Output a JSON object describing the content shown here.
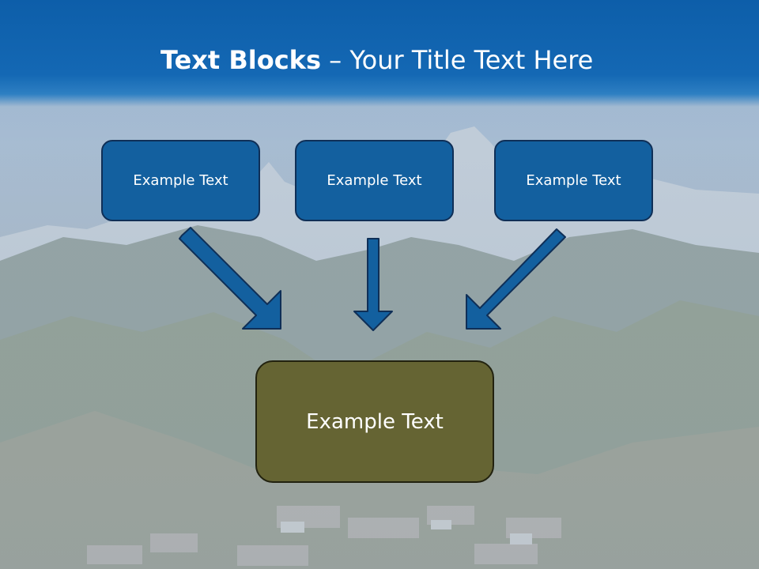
{
  "slide": {
    "title_bold": "Text Blocks",
    "title_dash": " – ",
    "title_rest": "Your Title Text Here"
  },
  "blocks": [
    {
      "label": "Example Text"
    },
    {
      "label": "Example Text"
    },
    {
      "label": "Example Text"
    }
  ],
  "result": {
    "label": "Example Text"
  },
  "colors": {
    "header": "#1468b4",
    "block_fill": "#13609f",
    "result_fill": "#656433",
    "arrow_fill": "#13609f"
  }
}
